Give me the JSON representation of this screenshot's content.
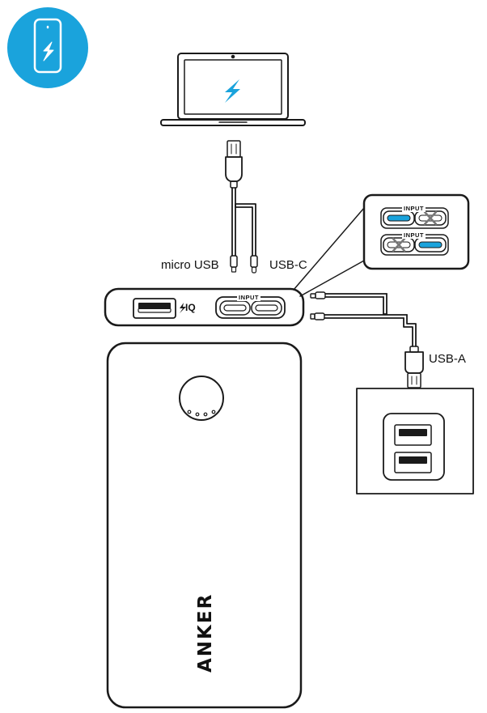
{
  "colors": {
    "accent": "#1aa3dc",
    "stroke": "#1a1a1a",
    "badge_icon": "#ffffff"
  },
  "icons": {
    "badge": "phone-charging-icon",
    "laptop_screen": "lightning-bolt-icon",
    "iq_mark": "lightning-bolt-icon"
  },
  "labels": {
    "micro_usb": "micro USB",
    "usb_c": "USB-C",
    "usb_a": "USB-A",
    "input": "INPUT",
    "iq": "IQ",
    "brand": "ANKER"
  }
}
